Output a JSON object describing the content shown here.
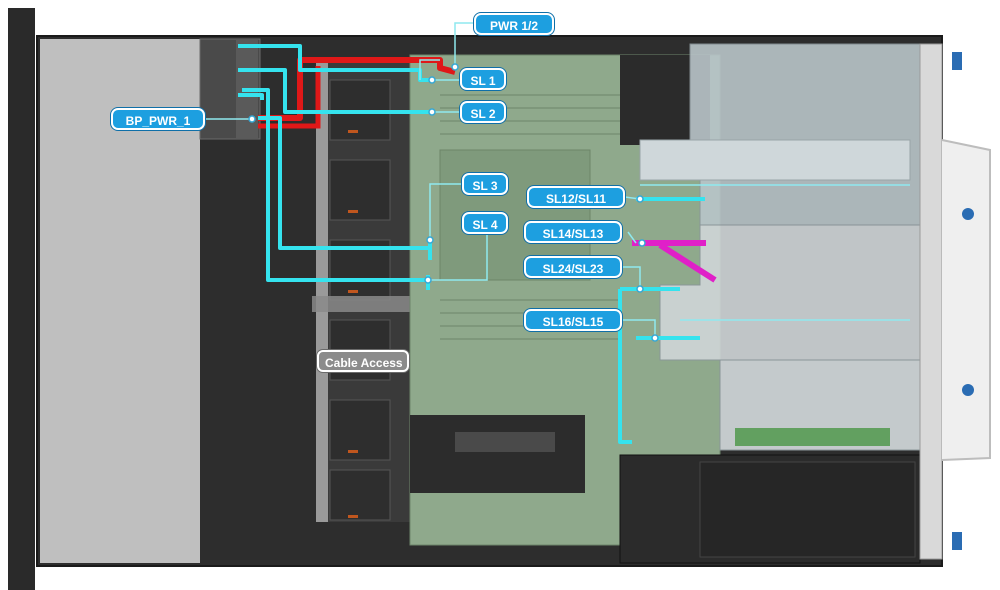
{
  "diagram": {
    "labels": {
      "pwr": "PWR 1/2",
      "bp_pwr": "BP_PWR_1",
      "sl1": "SL 1",
      "sl2": "SL 2",
      "sl3": "SL 3",
      "sl4": "SL 4",
      "sl12_11": "SL12/SL11",
      "sl14_13": "SL14/SL13",
      "sl24_23": "SL24/SL23",
      "sl16_15": "SL16/SL15",
      "cable_access": "Cable Access"
    },
    "colors": {
      "cable_cyan": "#35e3ee",
      "cable_red": "#e01818",
      "cable_magenta": "#e020c8",
      "callout_blue": "#1d9fe0",
      "board_green": "#8fa98c",
      "chassis_dark": "#2b2b2b",
      "drive_bay_gray": "#bdbdbd"
    }
  }
}
